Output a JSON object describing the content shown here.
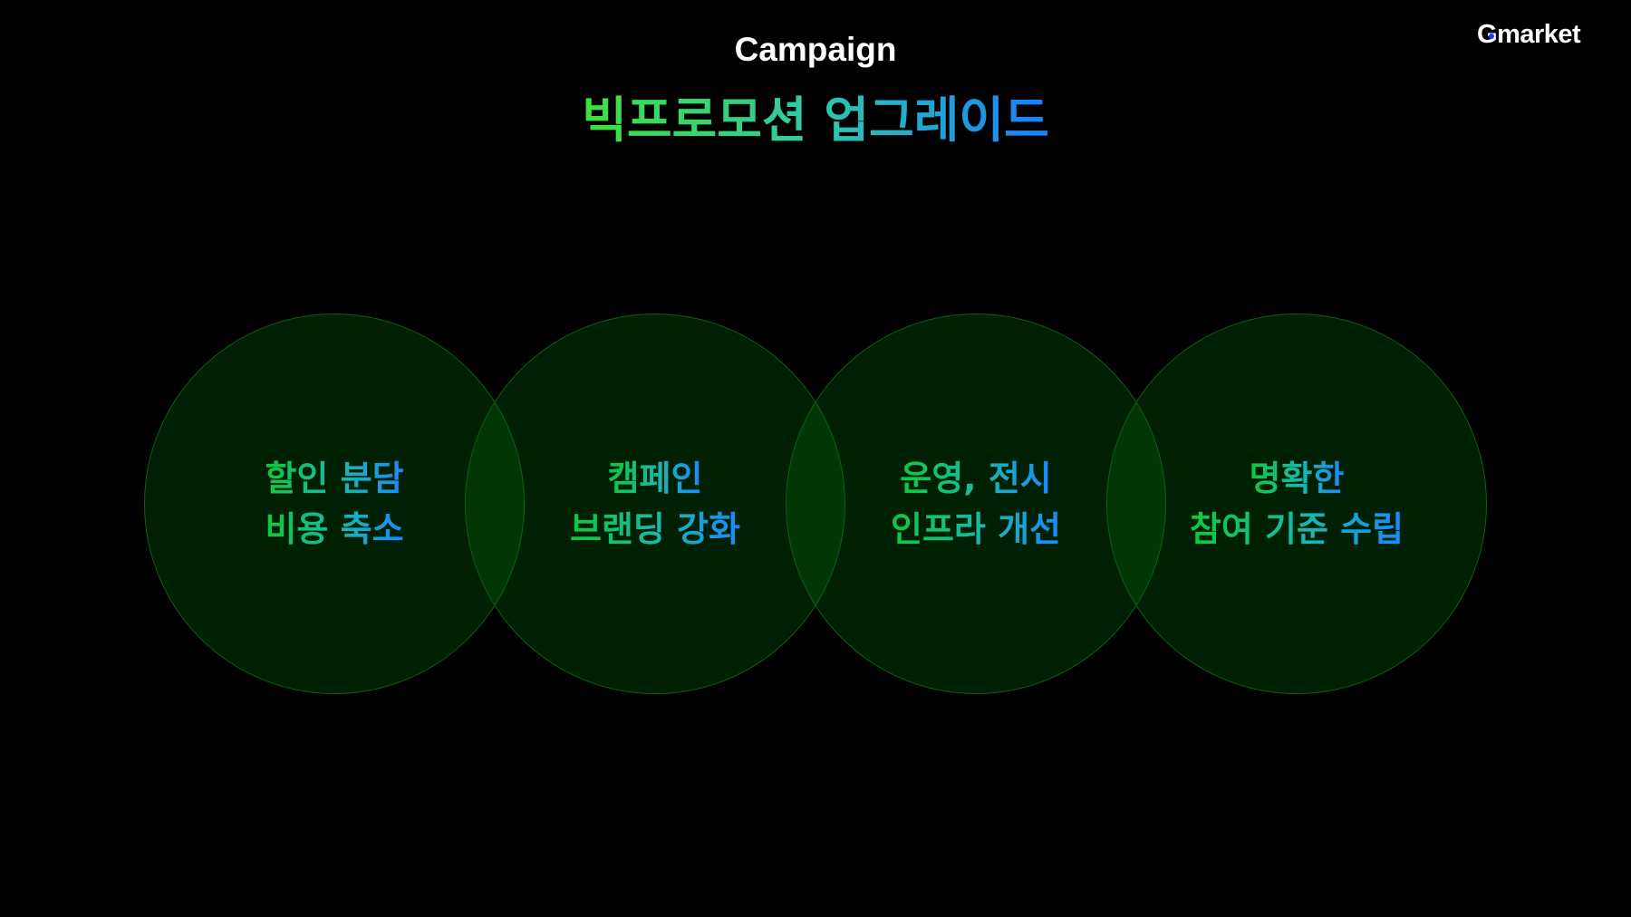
{
  "header": {
    "subtitle": "Campaign",
    "title": "빅프로모션 업그레이드"
  },
  "logo": {
    "text_first": "G",
    "text_rest": "market"
  },
  "circles": [
    {
      "line1": "할인 분담",
      "line2": "비용 축소"
    },
    {
      "line1": "캠페인",
      "line2": "브랜딩 강화"
    },
    {
      "line1": "운영, 전시",
      "line2": "인프라 개선"
    },
    {
      "line1": "명확한",
      "line2": "참여 기준 수립"
    }
  ],
  "colors": {
    "background": "#000000",
    "gradient_start": "#3fe03a",
    "gradient_end": "#1580ff"
  }
}
